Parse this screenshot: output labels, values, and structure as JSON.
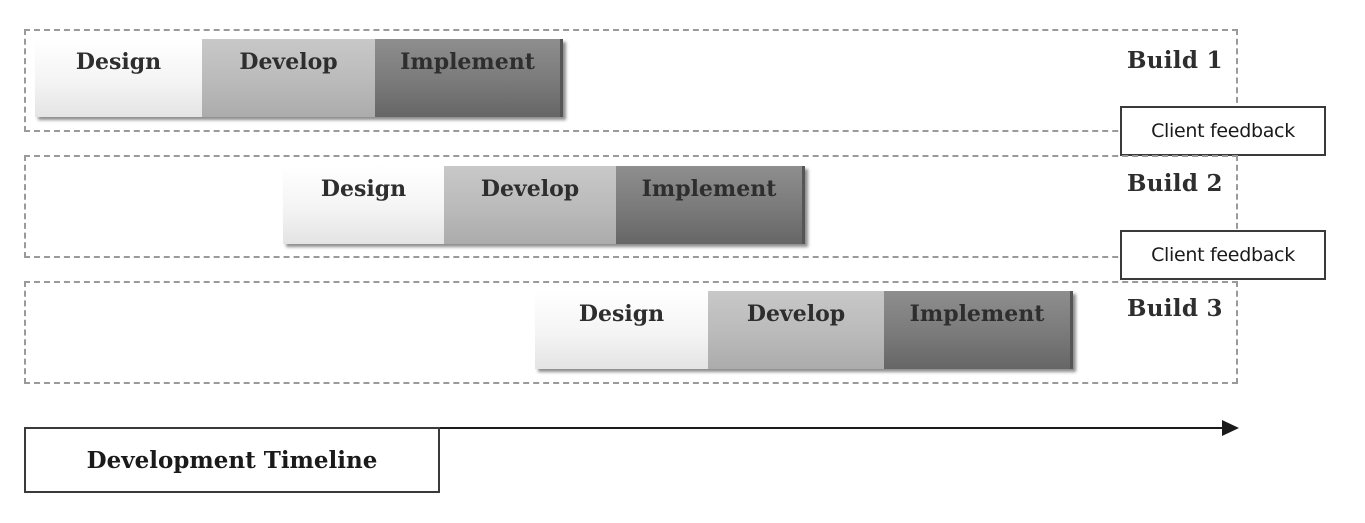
{
  "builds": [
    {
      "label": "Build 1",
      "phases": {
        "design": "Design",
        "develop": "Develop",
        "implement": "Implement"
      }
    },
    {
      "label": "Build 2",
      "phases": {
        "design": "Design",
        "develop": "Develop",
        "implement": "Implement"
      }
    },
    {
      "label": "Build 3",
      "phases": {
        "design": "Design",
        "develop": "Develop",
        "implement": "Implement"
      }
    }
  ],
  "feedback": [
    {
      "label": "Client feedback"
    },
    {
      "label": "Client feedback"
    }
  ],
  "timeline": {
    "label": "Development Timeline"
  },
  "colors": {
    "design": "#f4f4f4",
    "develop": "#bababa",
    "implement": "#7a7a7a",
    "frame_border": "#9a9a9a",
    "text": "#2e2e2e"
  }
}
